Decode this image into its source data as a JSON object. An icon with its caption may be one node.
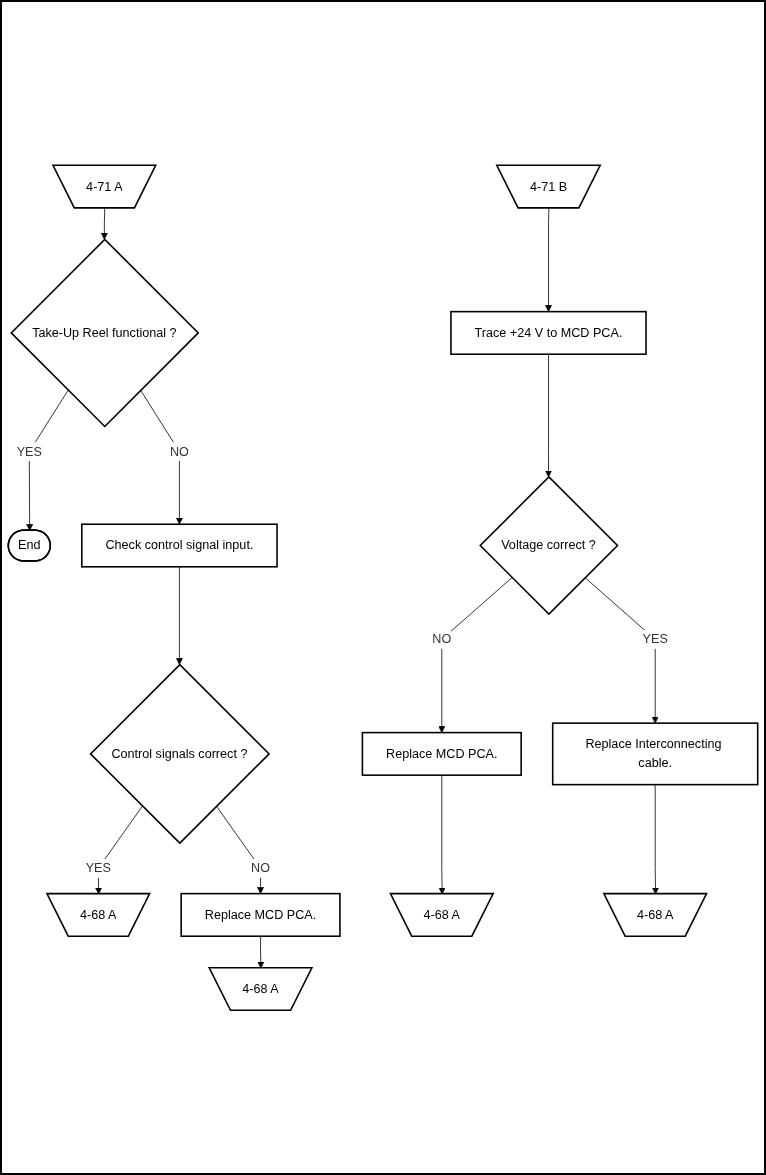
{
  "diagram": {
    "nodes": [
      {
        "text": [
          "4-71 A"
        ]
      },
      {
        "text": [
          "Take-Up Reel functional ?"
        ]
      },
      {
        "text": [
          "End"
        ]
      },
      {
        "text": [
          "Check control signal input."
        ]
      },
      {
        "text": [
          "Control signals correct ?"
        ]
      },
      {
        "text": [
          "4-68 A"
        ]
      },
      {
        "text": [
          "Replace MCD PCA."
        ]
      },
      {
        "text": [
          "4-68 A"
        ]
      },
      {
        "text": [
          "4-71 B"
        ]
      },
      {
        "text": [
          "Trace +24 V to MCD PCA."
        ]
      },
      {
        "text": [
          "Voltage correct ?"
        ]
      },
      {
        "text": [
          "Replace MCD PCA."
        ]
      },
      {
        "text": [
          "4-68 A"
        ]
      },
      {
        "text": [
          "Replace Interconnecting cable."
        ]
      },
      {
        "text": [
          "4-68 A"
        ]
      }
    ],
    "edges": [
      {
        "from": 0,
        "to": 1,
        "arrow": "to"
      },
      {
        "from": 1,
        "to": 2,
        "arrow": "to",
        "label": "YES"
      },
      {
        "from": 1,
        "to": 3,
        "arrow": "to",
        "label": "NO"
      },
      {
        "from": 3,
        "to": 4,
        "arrow": "to"
      },
      {
        "from": 4,
        "to": 5,
        "arrow": "to",
        "label": "YES"
      },
      {
        "from": 4,
        "to": 6,
        "arrow": "to",
        "label": "NO"
      },
      {
        "from": 6,
        "to": 7,
        "arrow": "to"
      },
      {
        "from": 8,
        "to": 9,
        "arrow": "to"
      },
      {
        "from": 9,
        "to": 10,
        "arrow": "to"
      },
      {
        "from": 10,
        "to": 11,
        "arrow": "to",
        "label": "NO"
      },
      {
        "from": 10,
        "to": 13,
        "arrow": "to",
        "label": "YES"
      },
      {
        "from": 11,
        "to": 12,
        "arrow": "to"
      },
      {
        "from": 13,
        "to": 14,
        "arrow": "to"
      }
    ]
  }
}
